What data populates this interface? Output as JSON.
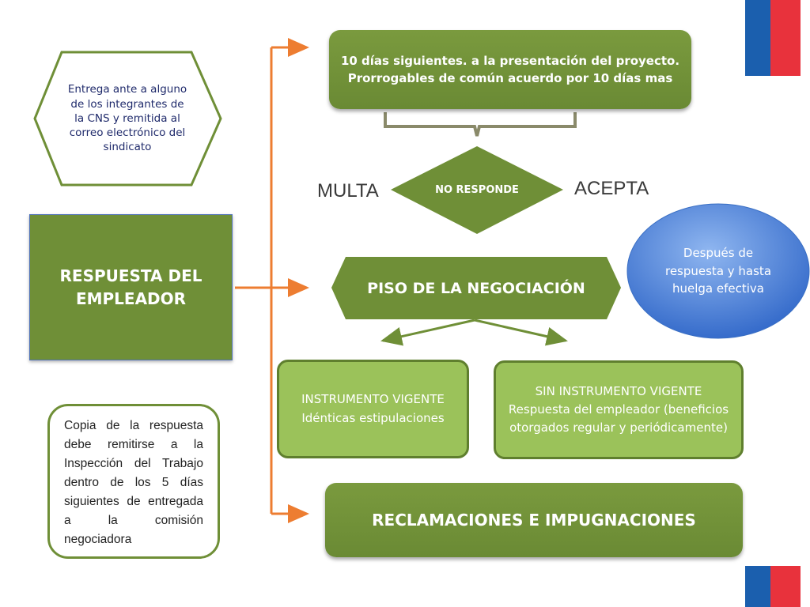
{
  "nodes": {
    "top_box": "10 días siguientes. a la presentación del proyecto. Prorrogables de común acuerdo por 10 días mas",
    "hexagon": "Entrega ante a alguno de los integrantes de la CNS y remitida al correo electrónico del sindicato",
    "employer_response": "RESPUESTA DEL EMPLEADOR",
    "diamond": "NO RESPONDE",
    "multa": "MULTA",
    "acepta": "ACEPTA",
    "ellipse": "Después de respuesta y hasta huelga efectiva",
    "piso": "PISO DE LA NEGOCIACIÓN",
    "instrumento_vigente": "INSTRUMENTO VIGENTE Idénticas estipulaciones",
    "sin_instrumento": "SIN INSTRUMENTO VIGENTE Respuesta del empleador (beneficios otorgados regular y periódicamente)",
    "copia": "Copia de la respuesta debe remitirse a la Inspección del Trabajo dentro de los 5 días siguientes de entregada a la comisión negociadora",
    "reclamaciones": "RECLAMACIONES E IMPUGNACIONES"
  },
  "colors": {
    "dark_green": "#6f8f37",
    "light_green": "#9bc25a",
    "border_green": "#5f7f2e",
    "orange": "#ed7d31",
    "navy_text": "#1f2a6b",
    "flag_blue": "#1b5fae",
    "flag_red": "#e8323c",
    "ellipse_blue": "#4a80d6"
  }
}
